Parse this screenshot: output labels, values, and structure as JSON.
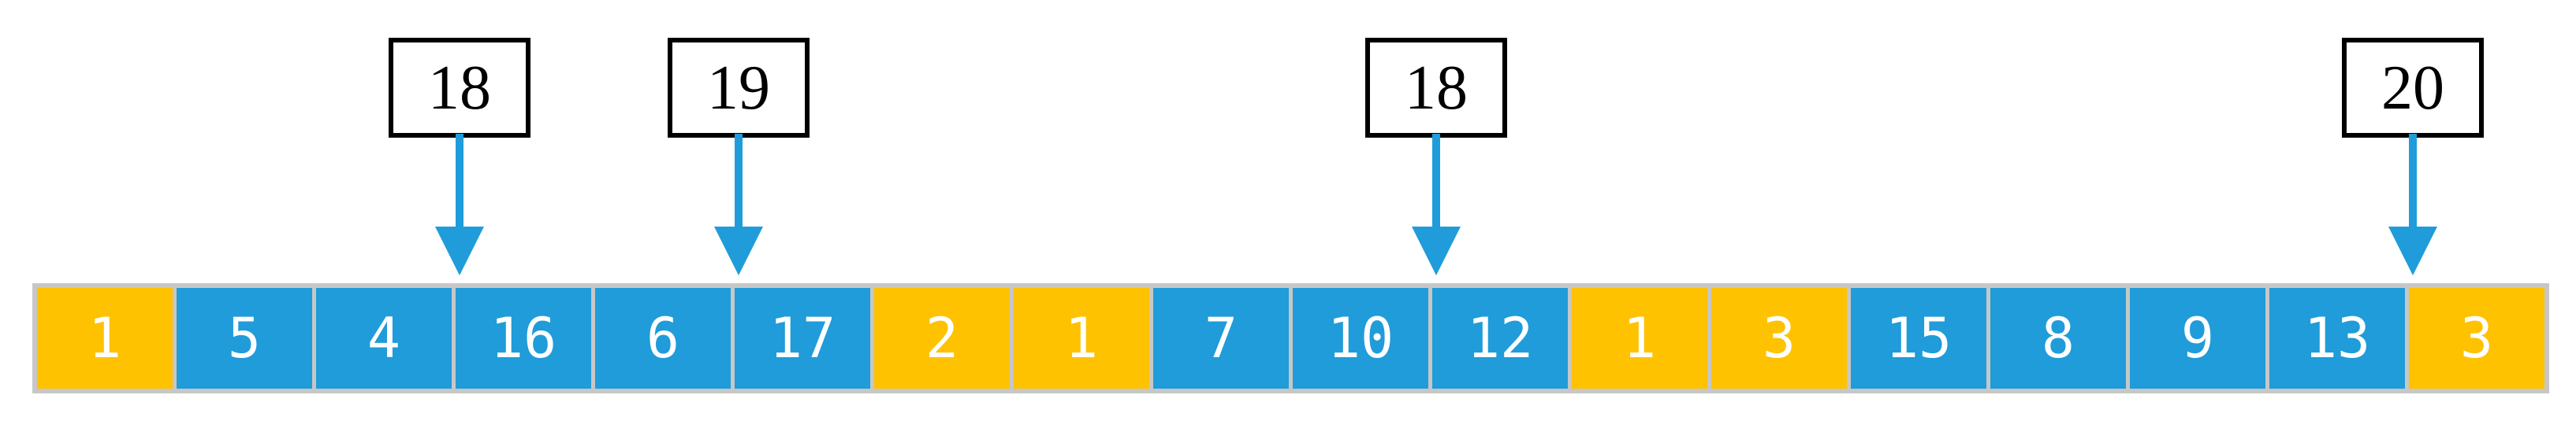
{
  "diagram": {
    "colors": {
      "cell_blue": "#1F9CD9",
      "cell_yellow": "#FEC200",
      "frame_gray": "#C7C7C7",
      "arrow_blue": "#1F9CD9",
      "box_border": "#000000",
      "box_fill": "#ffffff",
      "box_text": "#000000",
      "cell_text": "#ffffff",
      "background": "#ffffff"
    },
    "cells": [
      {
        "value": "1",
        "color": "yellow"
      },
      {
        "value": "5",
        "color": "blue"
      },
      {
        "value": "4",
        "color": "blue"
      },
      {
        "value": "16",
        "color": "blue"
      },
      {
        "value": "6",
        "color": "blue"
      },
      {
        "value": "17",
        "color": "blue"
      },
      {
        "value": "2",
        "color": "yellow"
      },
      {
        "value": "1",
        "color": "yellow"
      },
      {
        "value": "7",
        "color": "blue"
      },
      {
        "value": "10",
        "color": "blue"
      },
      {
        "value": "12",
        "color": "blue"
      },
      {
        "value": "1",
        "color": "yellow"
      },
      {
        "value": "3",
        "color": "yellow"
      },
      {
        "value": "15",
        "color": "blue"
      },
      {
        "value": "8",
        "color": "blue"
      },
      {
        "value": "9",
        "color": "blue"
      },
      {
        "value": "13",
        "color": "blue"
      },
      {
        "value": "3",
        "color": "yellow"
      }
    ],
    "pointers": [
      {
        "label": "18",
        "gap_before_cell_index": 3
      },
      {
        "label": "19",
        "gap_before_cell_index": 5
      },
      {
        "label": "18",
        "gap_before_cell_index": 10
      },
      {
        "label": "20",
        "gap_before_cell_index": 17
      }
    ]
  }
}
